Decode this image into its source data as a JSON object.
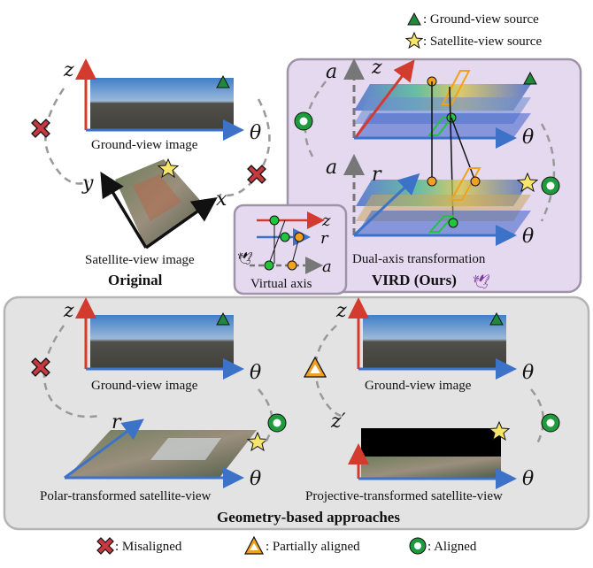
{
  "legend_top": {
    "ground_source": ": Ground-view source",
    "satellite_source": ": Satellite-view source"
  },
  "legend_bottom": {
    "misaligned": ": Misaligned",
    "partially": ": Partially aligned",
    "aligned": ": Aligned"
  },
  "original": {
    "ground_label": "Ground-view image",
    "satellite_label": "Satellite-view image",
    "title": "Original",
    "axes": {
      "z": "z",
      "theta": "θ",
      "x": "x",
      "y": "y"
    }
  },
  "virtual_axis": {
    "label": "Virtual axis",
    "axes": {
      "z": "z",
      "r": "r",
      "a": "a"
    }
  },
  "vird": {
    "label": "Dual-axis transformation",
    "title": "VIRD (Ours)",
    "axes": {
      "a": "a",
      "z": "z",
      "r": "r",
      "theta": "θ"
    }
  },
  "geometry": {
    "title": "Geometry-based approaches",
    "left_ground_label": "Ground-view image",
    "left_sat_label": "Polar-transformed satellite-view",
    "right_ground_label": "Ground-view image",
    "right_sat_label": "Projective-transformed satellite-view",
    "axes": {
      "z": "z",
      "theta": "θ",
      "r": "r",
      "zp": "z′"
    }
  },
  "colors": {
    "red_axis": "#d43b2f",
    "blue_axis": "#3d72c9",
    "panel_purple": "#e5d9ef",
    "panel_gray": "#e3e3e3",
    "mis_red": "#c8393f",
    "partial_orange": "#f0a11e",
    "aligned_green": "#1f9a3c"
  }
}
